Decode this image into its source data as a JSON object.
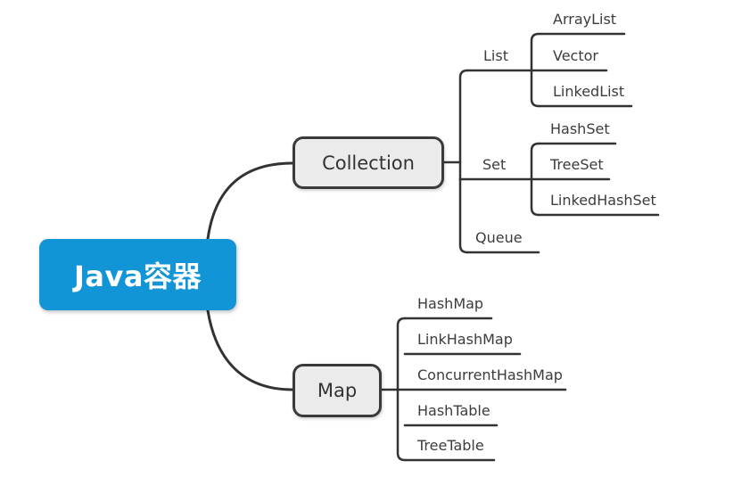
{
  "mindmap": {
    "root": {
      "label": "Java容器"
    },
    "branches": [
      {
        "label": "Collection",
        "children": [
          {
            "label": "List",
            "children": [
              {
                "label": "ArrayList"
              },
              {
                "label": "Vector"
              },
              {
                "label": "LinkedList"
              }
            ]
          },
          {
            "label": "Set",
            "children": [
              {
                "label": "HashSet"
              },
              {
                "label": "TreeSet"
              },
              {
                "label": "LinkedHashSet"
              }
            ]
          },
          {
            "label": "Queue",
            "children": []
          }
        ]
      },
      {
        "label": "Map",
        "children": [
          {
            "label": "HashMap"
          },
          {
            "label": "LinkHashMap"
          },
          {
            "label": "ConcurrentHashMap"
          },
          {
            "label": "HashTable"
          },
          {
            "label": "TreeTable"
          }
        ]
      }
    ]
  },
  "colors": {
    "root_fill": "#1295d6",
    "root_text": "#ffffff",
    "branch_fill": "#ebebeb",
    "branch_border": "#3a3a3a",
    "line": "#333333",
    "text": "#3c3c3c",
    "bg": "#ffffff"
  }
}
